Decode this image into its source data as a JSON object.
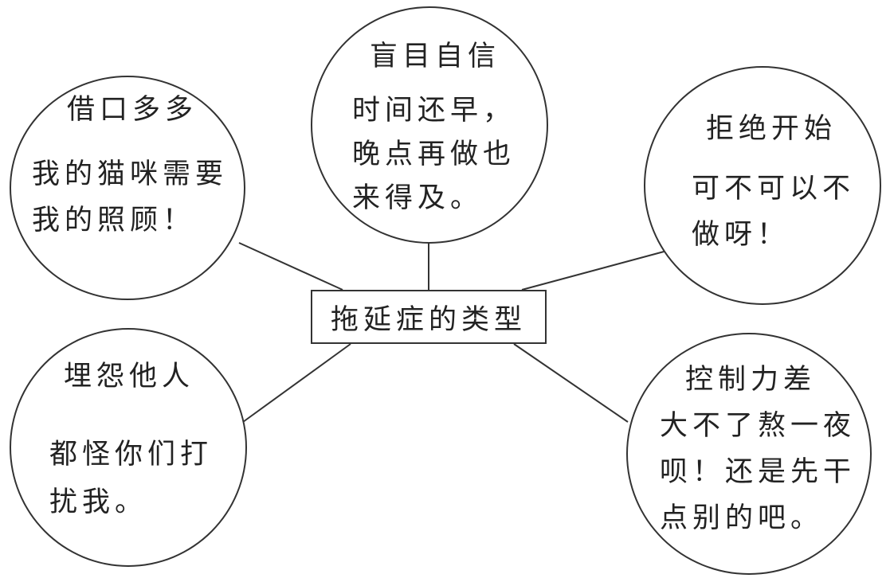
{
  "diagram": {
    "center": {
      "label": "拖延症的类型"
    },
    "nodes": [
      {
        "id": "excuses",
        "title": "借口多多",
        "lines": [
          "我的猫咪需要",
          "我的照顾！"
        ]
      },
      {
        "id": "blind-confidence",
        "title": "盲目自信",
        "lines": [
          "时间还早，",
          "晚点再做也",
          "来得及。"
        ]
      },
      {
        "id": "refuse-to-start",
        "title": "拒绝开始",
        "lines": [
          "可不可以不",
          "做呀！"
        ]
      },
      {
        "id": "blame-others",
        "title": "埋怨他人",
        "lines": [
          "都怪你们打",
          "扰我。"
        ]
      },
      {
        "id": "poor-control",
        "title": "控制力差",
        "lines": [
          "大不了熬一夜",
          "呗！还是先干",
          "点别的吧。"
        ]
      }
    ]
  },
  "colors": {
    "line": "#333333",
    "text": "#222222",
    "background": "#ffffff"
  }
}
